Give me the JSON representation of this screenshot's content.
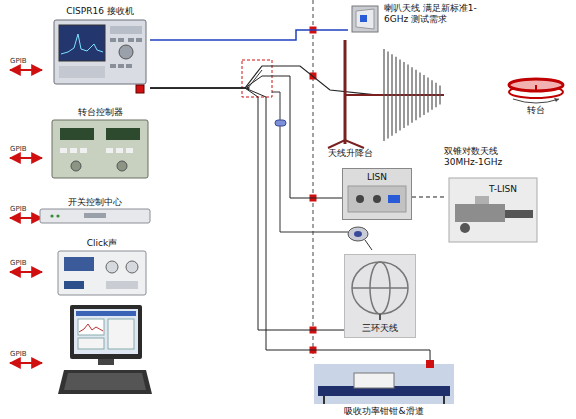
{
  "diagram": {
    "nodes": [
      {
        "text": [
          "CISPR16 接收机"
        ]
      },
      {
        "text": [
          "转台控制器"
        ]
      },
      {
        "text": [
          "开关控制中心"
        ]
      },
      {
        "text": [
          "Click声"
        ]
      },
      {
        "text": [
          "喇叭天线 满足新标准1-6GHz 测试需求"
        ]
      },
      {
        "text": [
          "双锥对数天线 30MHz-1GHz"
        ]
      },
      {
        "text": [
          "天线升降台"
        ]
      },
      {
        "text": [
          "转台"
        ]
      },
      {
        "text": [
          "LISN"
        ]
      },
      {
        "text": [
          "T-LISN"
        ]
      },
      {
        "text": [
          "三环天线"
        ]
      },
      {
        "text": [
          "吸收功率钳钳&滑道"
        ]
      }
    ],
    "edges": [
      {
        "from": 0,
        "to": 4,
        "arrow": "none"
      },
      {
        "from": 0,
        "to": 5,
        "arrow": "none"
      },
      {
        "from": 0,
        "to": 8,
        "arrow": "none"
      },
      {
        "from": 0,
        "to": 10,
        "arrow": "none"
      },
      {
        "from": 0,
        "to": 11,
        "arrow": "none"
      },
      {
        "from": 8,
        "to": 9,
        "arrow": "none"
      }
    ],
    "labels": [
      "GPIB",
      "GPIB",
      "GPIB",
      "GPIB",
      "GPIB"
    ]
  }
}
